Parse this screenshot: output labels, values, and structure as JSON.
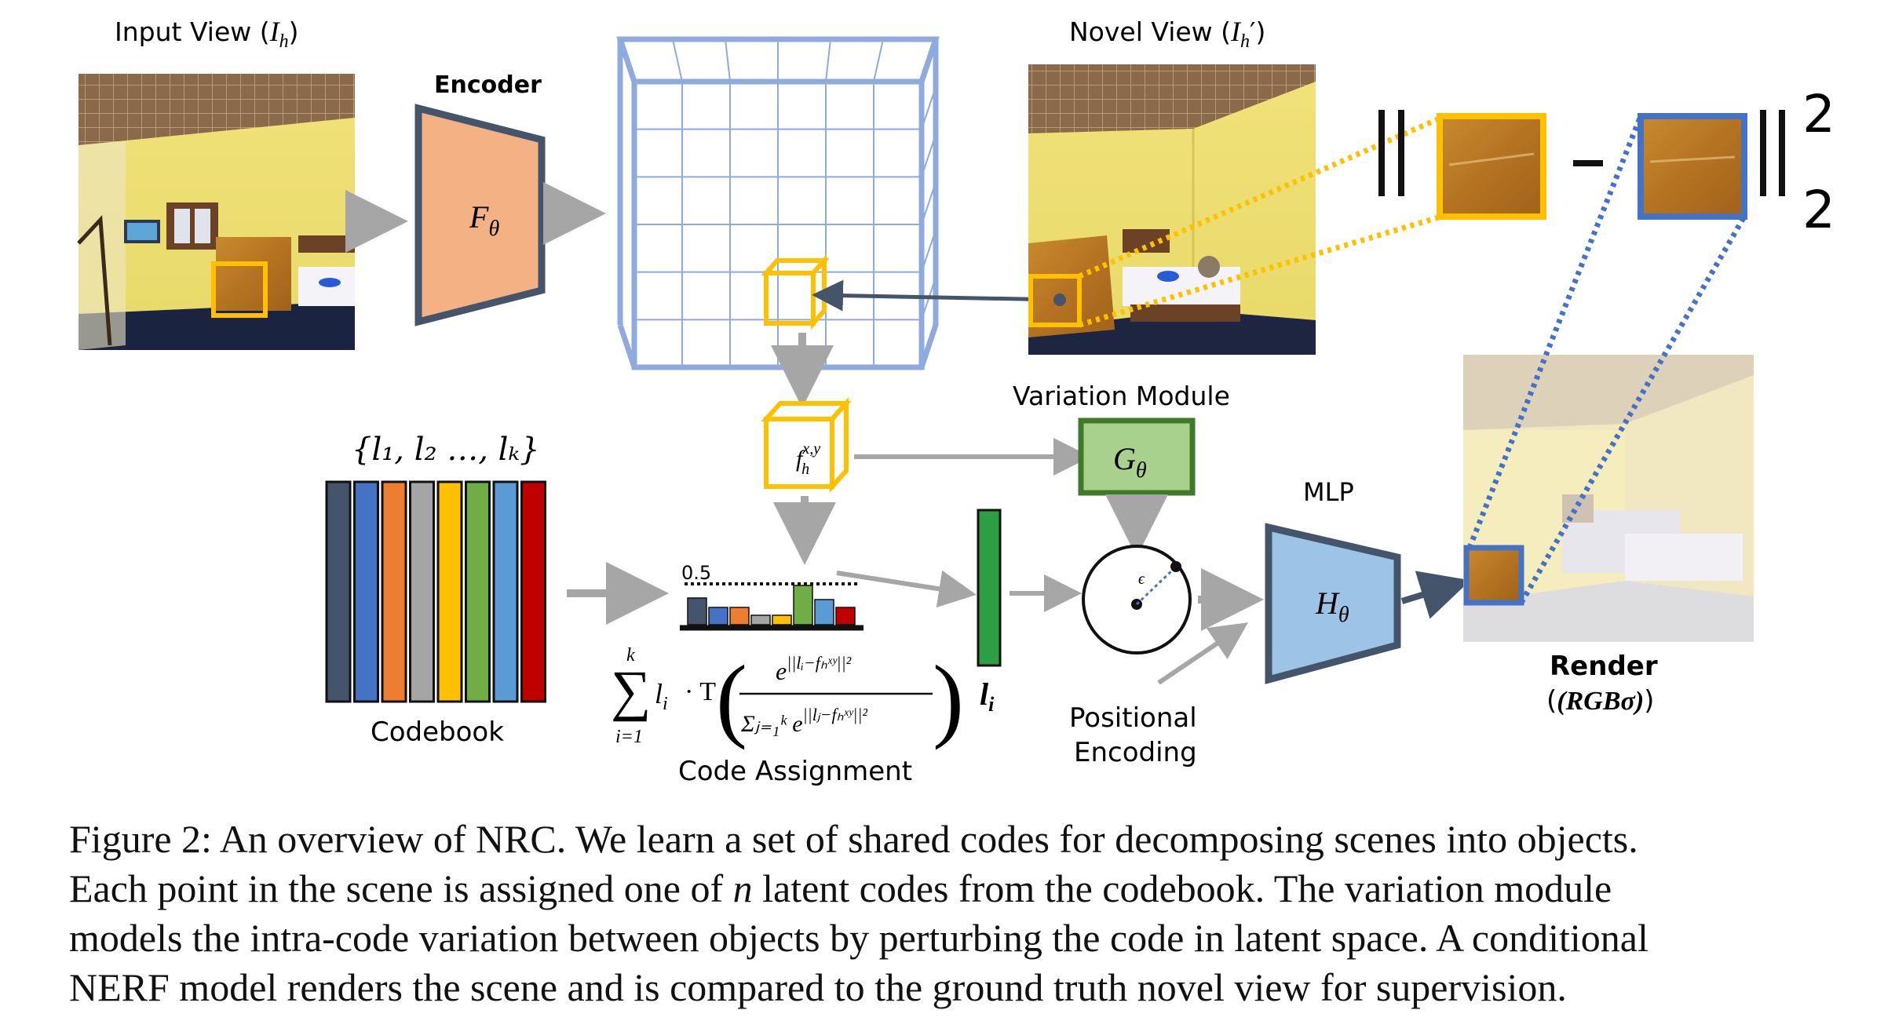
{
  "labels": {
    "input_view": "Input View (",
    "input_view_sym": "I",
    "input_view_sub": "h",
    "novel_view": "Novel View (",
    "novel_view_sym": "I",
    "novel_view_sub": "h",
    "encoder": "Encoder",
    "encoder_symbol": "F",
    "encoder_sub": "θ",
    "variation_module": "Variation Module",
    "variation_symbol": "G",
    "variation_sub": "θ",
    "mlp": "MLP",
    "mlp_symbol": "H",
    "mlp_sub": "θ",
    "codebook_set": "{l₁, l₂ …, lₖ}",
    "codebook": "Codebook",
    "code_assignment": "Code Assignment",
    "threshold": "0.5",
    "feature_f": "f",
    "feature_sup": "x,y",
    "feature_sub": "h",
    "li_label": "l",
    "li_sub": "i",
    "epsilon": "ϵ",
    "positional_1": "Positional",
    "positional_2": "Encoding",
    "render": "Render",
    "render_sub": "(RGBσ)",
    "loss_sq": "2",
    "loss_sub": "2"
  },
  "formula": {
    "sum_top": "k",
    "sum_bottom": "i=1",
    "term": "l",
    "term_sub": "i",
    "dot_t": "· T",
    "numerator": "e",
    "numerator_exp": "||lᵢ−fₕˣʸ||²",
    "denominator": "Σⱼ₌₁ᵏ e",
    "denominator_exp": "||lⱼ−fₕˣʸ||²"
  },
  "codebook_colors": [
    "#44546a",
    "#4472c4",
    "#ed7d31",
    "#a5a5a5",
    "#ffc000",
    "#70ad47",
    "#5b9bd5",
    "#c00000"
  ],
  "histogram_colors": [
    "#44546a",
    "#4472c4",
    "#ed7d31",
    "#a5a5a5",
    "#ffc000",
    "#70ad47",
    "#5b9bd5",
    "#c00000"
  ],
  "colors": {
    "encoder_fill": "#f4b183",
    "variation_fill": "#a9d18e",
    "mlp_fill": "#9dc3e6",
    "grid_stroke": "#8faadc",
    "highlight_yellow": "#ffc000",
    "highlight_blue": "#4472c4",
    "arrow_gray": "#a6a6a6",
    "arrow_dark": "#44546a",
    "li_green": "#2e9e45"
  },
  "caption": {
    "line1": "Figure 2: An overview of NRC. We learn a set of shared codes for decomposing scenes into objects.",
    "line2_a": "Each point in the scene is assigned one of ",
    "line2_n": "n",
    "line2_b": " latent codes from the codebook. The variation module",
    "line3": "models the intra-code variation between objects by perturbing the code in latent space. A conditional",
    "line4": "NERF model renders the scene and is compared to the ground truth novel view for supervision."
  }
}
